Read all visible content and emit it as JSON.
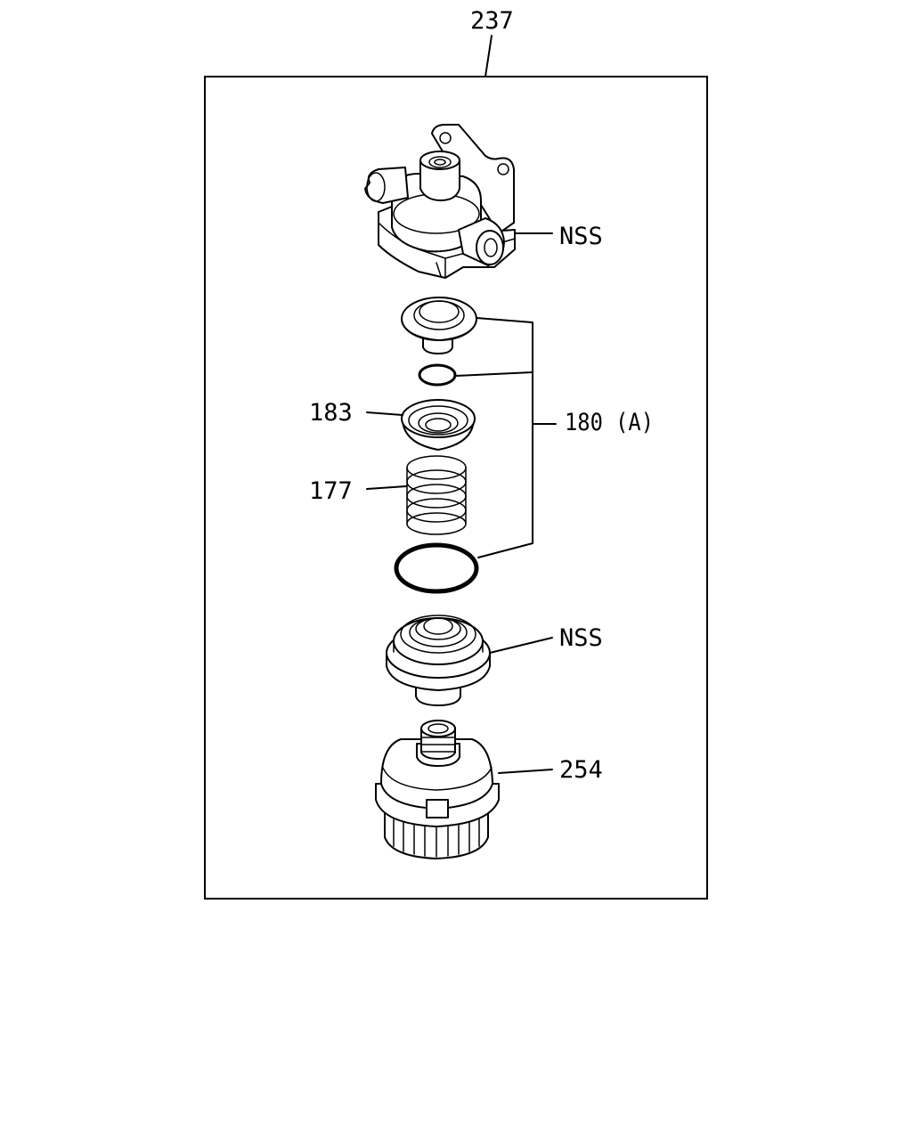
{
  "diagram": {
    "assembly_label": "237",
    "callouts": {
      "housing": "NSS",
      "kit": "180 (A)",
      "seat": "183",
      "spring": "177",
      "valve_body": "NSS",
      "cap": "254"
    }
  }
}
